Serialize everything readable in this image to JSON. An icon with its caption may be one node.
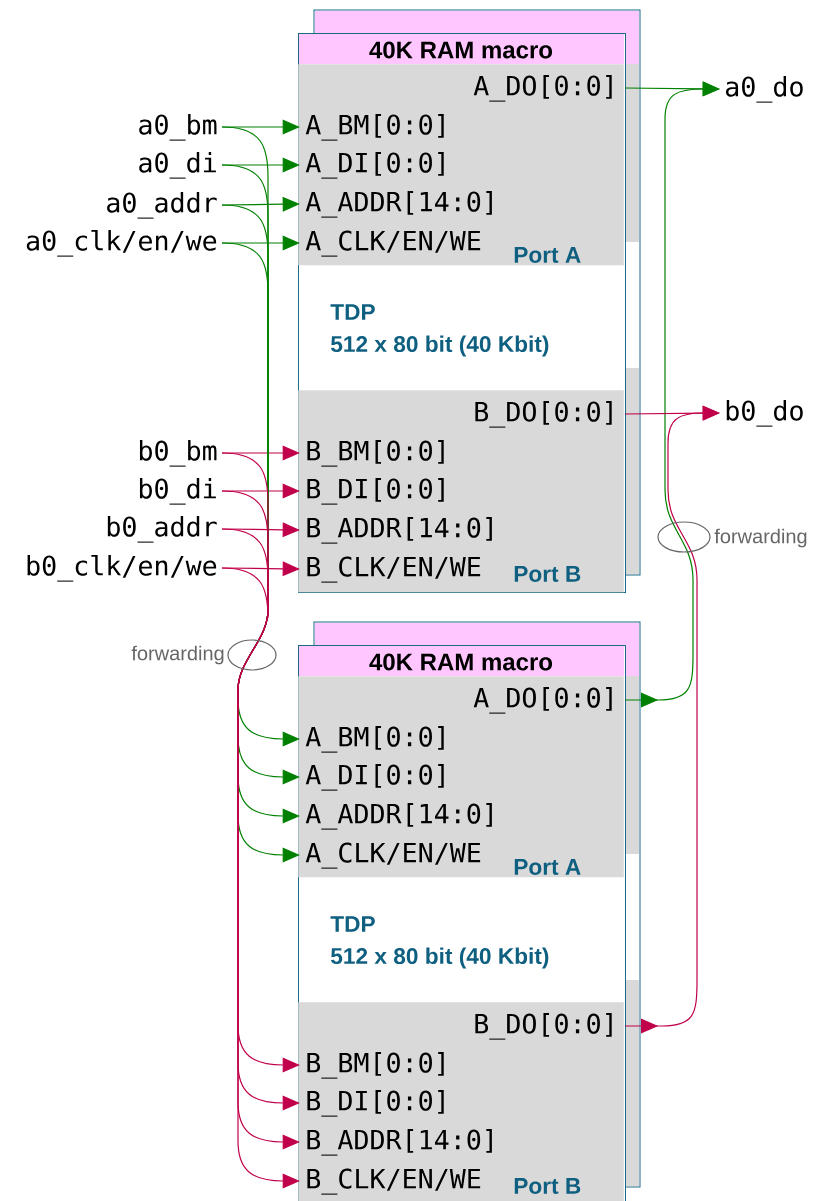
{
  "diagram": {
    "nodes": [
      {
        "text": [
          "40K RAM macro",
          "TDP",
          "512 x 80 bit (40 Kbit)"
        ]
      },
      {
        "text": [
          "Port A"
        ],
        "in": 0
      },
      {
        "text": [
          "A_DO[0:0]"
        ],
        "in": 1
      },
      {
        "text": [
          "A_BM[0:0]"
        ],
        "in": 1
      },
      {
        "text": [
          "A_DI[0:0]"
        ],
        "in": 1
      },
      {
        "text": [
          "A_ADDR[14:0]"
        ],
        "in": 1
      },
      {
        "text": [
          "A_CLK/EN/WE"
        ],
        "in": 1
      },
      {
        "text": [
          "Port B"
        ],
        "in": 0
      },
      {
        "text": [
          "B_DO[0:0]"
        ],
        "in": 7
      },
      {
        "text": [
          "B_BM[0:0]"
        ],
        "in": 7
      },
      {
        "text": [
          "B_DI[0:0]"
        ],
        "in": 7
      },
      {
        "text": [
          "B_ADDR[14:0]"
        ],
        "in": 7
      },
      {
        "text": [
          "B_CLK/EN/WE"
        ],
        "in": 7
      },
      {
        "text": [
          "40K RAM macro",
          "TDP",
          "512 x 80 bit (40 Kbit)"
        ]
      },
      {
        "text": [
          "Port A"
        ],
        "in": 13
      },
      {
        "text": [
          "A_DO[0:0]"
        ],
        "in": 14
      },
      {
        "text": [
          "A_BM[0:0]"
        ],
        "in": 14
      },
      {
        "text": [
          "A_DI[0:0]"
        ],
        "in": 14
      },
      {
        "text": [
          "A_ADDR[14:0]"
        ],
        "in": 14
      },
      {
        "text": [
          "A_CLK/EN/WE"
        ],
        "in": 14
      },
      {
        "text": [
          "Port B"
        ],
        "in": 13
      },
      {
        "text": [
          "B_DO[0:0]"
        ],
        "in": 20
      },
      {
        "text": [
          "B_BM[0:0]"
        ],
        "in": 20
      },
      {
        "text": [
          "B_DI[0:0]"
        ],
        "in": 20
      },
      {
        "text": [
          "B_ADDR[14:0]"
        ],
        "in": 20
      },
      {
        "text": [
          "B_CLK/EN/WE"
        ],
        "in": 20
      },
      {
        "text": [
          "a0_bm"
        ]
      },
      {
        "text": [
          "a0_di"
        ]
      },
      {
        "text": [
          "a0_addr"
        ]
      },
      {
        "text": [
          "a0_clk/en/we"
        ]
      },
      {
        "text": [
          "b0_bm"
        ]
      },
      {
        "text": [
          "b0_di"
        ]
      },
      {
        "text": [
          "b0_addr"
        ]
      },
      {
        "text": [
          "b0_clk/en/we"
        ]
      },
      {
        "text": [
          "a0_do"
        ]
      },
      {
        "text": [
          "b0_do"
        ]
      }
    ],
    "edges": [
      {
        "from": 26,
        "to": 3,
        "arrow": "to",
        "color": "#008000"
      },
      {
        "from": 27,
        "to": 4,
        "arrow": "to",
        "color": "#008000"
      },
      {
        "from": 28,
        "to": 5,
        "arrow": "to",
        "color": "#008000"
      },
      {
        "from": 29,
        "to": 6,
        "arrow": "to",
        "color": "#008000"
      },
      {
        "from": 30,
        "to": 9,
        "arrow": "to",
        "color": "#c0004a"
      },
      {
        "from": 31,
        "to": 10,
        "arrow": "to",
        "color": "#c0004a"
      },
      {
        "from": 32,
        "to": 11,
        "arrow": "to",
        "color": "#c0004a"
      },
      {
        "from": 33,
        "to": 12,
        "arrow": "to",
        "color": "#c0004a"
      },
      {
        "from": 26,
        "to": 16,
        "arrow": "to",
        "color": "#008000"
      },
      {
        "from": 27,
        "to": 17,
        "arrow": "to",
        "color": "#008000"
      },
      {
        "from": 28,
        "to": 18,
        "arrow": "to",
        "color": "#008000"
      },
      {
        "from": 29,
        "to": 19,
        "arrow": "to",
        "color": "#008000"
      },
      {
        "from": 30,
        "to": 22,
        "arrow": "to",
        "color": "#c0004a"
      },
      {
        "from": 31,
        "to": 23,
        "arrow": "to",
        "color": "#c0004a"
      },
      {
        "from": 32,
        "to": 24,
        "arrow": "to",
        "color": "#c0004a"
      },
      {
        "from": 33,
        "to": 25,
        "arrow": "to",
        "color": "#c0004a"
      },
      {
        "from": 2,
        "to": 34,
        "arrow": "to",
        "color": "#008000"
      },
      {
        "from": 15,
        "to": 34,
        "arrow": "to",
        "color": "#008000"
      },
      {
        "from": 8,
        "to": 35,
        "arrow": "to",
        "color": "#c0004a"
      },
      {
        "from": 21,
        "to": 35,
        "arrow": "to",
        "color": "#c0004a"
      }
    ],
    "labels": [
      "forwarding",
      "forwarding"
    ]
  }
}
